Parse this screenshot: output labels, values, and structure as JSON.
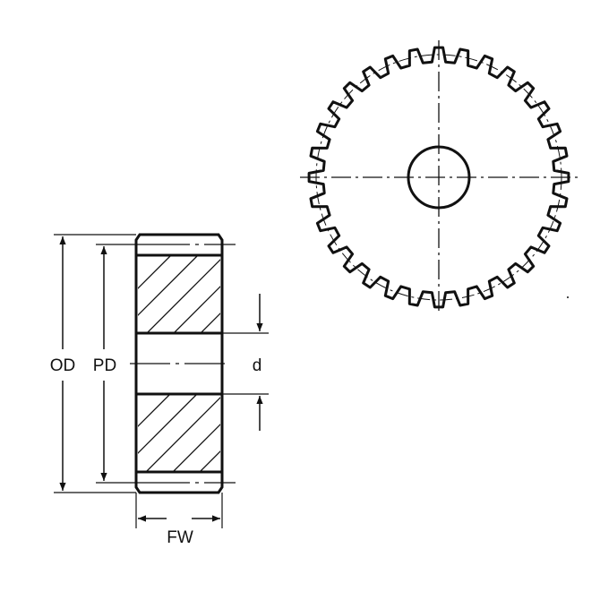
{
  "labels": {
    "od": "OD",
    "pd": "PD",
    "d": "d",
    "fw": "FW"
  },
  "colors": {
    "line": "#111111",
    "background": "#ffffff"
  }
}
